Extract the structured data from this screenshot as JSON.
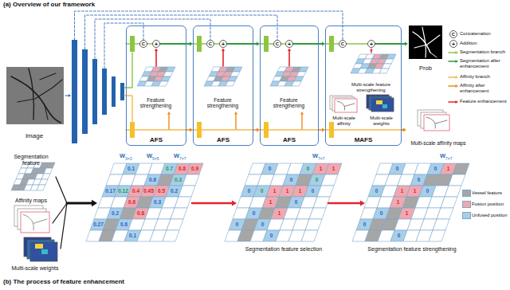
{
  "diagram": {
    "nodes": [
      {
        "text": [
          "Image"
        ]
      },
      {
        "text": [
          "AFS"
        ]
      },
      {
        "text": [
          "Feature strengthening"
        ],
        "in": 1
      },
      {
        "text": [
          "AFS"
        ]
      },
      {
        "text": [
          "Feature strengthening"
        ],
        "in": 3
      },
      {
        "text": [
          "AFS"
        ]
      },
      {
        "text": [
          "Feature strengthening"
        ],
        "in": 5
      },
      {
        "text": [
          "MAFS"
        ]
      },
      {
        "text": [
          "Multi-scale feature strengthening"
        ],
        "in": 7
      },
      {
        "text": [
          "Multi-scale affinity"
        ],
        "in": 7
      },
      {
        "text": [
          "Multi-scale weights"
        ],
        "in": 7
      },
      {
        "text": [
          "Prob"
        ]
      },
      {
        "text": [
          "Multi-scale affinity maps"
        ]
      },
      {
        "text": [
          "Segmentation feature"
        ]
      },
      {
        "text": [
          "Affinity maps"
        ]
      },
      {
        "text": [
          "Multi-scale weights"
        ]
      },
      {
        "text": [
          "Segmentation feature selection"
        ]
      },
      {
        "text": [
          "Segmentation feature strengthening"
        ]
      }
    ],
    "edges": [
      {
        "from": 1,
        "to": 3,
        "arrow": "to"
      },
      {
        "from": 3,
        "to": 5,
        "arrow": "to"
      },
      {
        "from": 5,
        "to": 7,
        "arrow": "to"
      },
      {
        "from": 7,
        "to": 11,
        "arrow": "to"
      },
      {
        "from": 1,
        "to": 3,
        "arrow": "to"
      },
      {
        "from": 3,
        "to": 5,
        "arrow": "to"
      },
      {
        "from": 5,
        "to": 7,
        "arrow": "to"
      },
      {
        "from": 7,
        "to": 12,
        "arrow": "to"
      },
      {
        "from": 16,
        "to": 17,
        "arrow": "to"
      }
    ],
    "labels": [
      "(a) Overview of our framework",
      "C",
      "+",
      "C",
      "+",
      "C",
      "+",
      "C",
      "+",
      "C",
      "+",
      "W",
      "3×3",
      "W",
      "5×5",
      "W",
      "7×7",
      "W",
      "7×7",
      "W",
      "7×7",
      "0.1",
      "0.7",
      "0.8",
      "0.9",
      "0.6",
      "0.3",
      "0.17",
      "0.12",
      "0.4",
      "0.45",
      "0.5",
      "0.2",
      "0.6",
      "0.3",
      "0.2",
      "0.8",
      "0.27",
      "0.6",
      "0.1",
      "0",
      "0",
      "1",
      "1",
      "0",
      "0",
      "0",
      "0",
      "1",
      "1",
      "1",
      "0",
      "1",
      "0",
      "0",
      "1",
      "0",
      "0",
      "0",
      "0",
      "0",
      "1",
      "0",
      "0",
      "1",
      "1",
      "0",
      "1",
      "0",
      "1",
      "0",
      "0",
      "(b) The process of feature enhancement"
    ],
    "legend": [
      {
        "text": "Concatenation"
      },
      {
        "text": "Addition"
      },
      {
        "text": "Segmentation branch"
      },
      {
        "text": "Segmentation after enhancement"
      },
      {
        "text": "Affinity branch"
      },
      {
        "text": "Affinity after enhancement"
      },
      {
        "text": "Feature enhancement"
      },
      {
        "text": "Vessel feature",
        "color": "#a6a6a6"
      },
      {
        "text": "Fusion position",
        "color": "#f0a8b0"
      },
      {
        "text": "Unfused position",
        "color": "#a9cfe8"
      }
    ]
  }
}
